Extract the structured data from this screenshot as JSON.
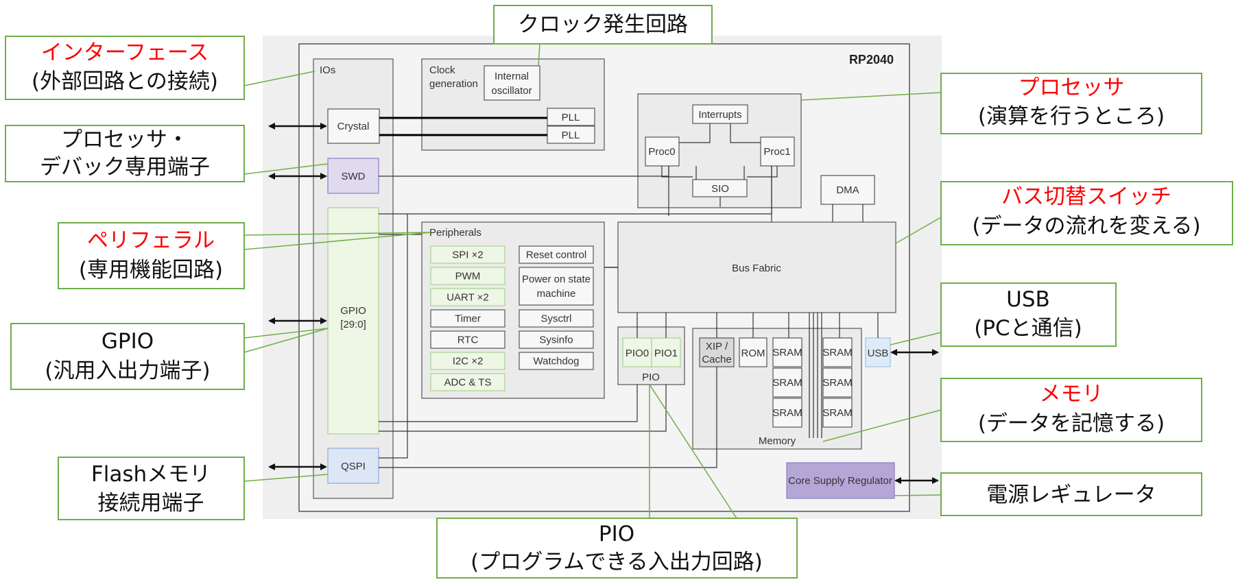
{
  "chip": {
    "name": "RP2040",
    "ios_label": "IOs",
    "crystal": "Crystal",
    "swd": "SWD",
    "gpio_line1": "GPIO",
    "gpio_line2": "[29:0]",
    "qspi": "QSPI",
    "clock_gen_line1": "Clock",
    "clock_gen_line2": "generation",
    "internal_osc_line1": "Internal",
    "internal_osc_line2": "oscillator",
    "pll": "PLL",
    "interrupts": "Interrupts",
    "proc0": "Proc0",
    "proc1": "Proc1",
    "sio": "SIO",
    "dma": "DMA",
    "bus_fabric": "Bus Fabric",
    "peripherals_title": "Peripherals",
    "periph_left": [
      "SPI ×2",
      "PWM",
      "UART ×2",
      "Timer",
      "RTC",
      "I2C ×2",
      "ADC & TS"
    ],
    "periph_right": [
      "Reset control",
      "Sysctrl",
      "Sysinfo",
      "Watchdog"
    ],
    "power_on_line1": "Power on state",
    "power_on_line2": "machine",
    "pio0": "PIO0",
    "pio1": "PIO1",
    "pio": "PIO",
    "xip_line1": "XIP /",
    "xip_line2": "Cache",
    "rom": "ROM",
    "sram": "SRAM",
    "memory": "Memory",
    "usb": "USB",
    "core_supply": "Core Supply Regulator"
  },
  "callouts": {
    "interface": {
      "line1": "インターフェース",
      "line2": "(外部回路との接続)"
    },
    "clock": {
      "line1": "クロック発生回路"
    },
    "debug": {
      "line1": "プロセッサ・",
      "line2": "デバック専用端子"
    },
    "peripheral": {
      "line1": "ペリフェラル",
      "line2": "(専用機能回路)"
    },
    "gpio": {
      "line1": "GPIO",
      "line2": "(汎用入出力端子)"
    },
    "flash": {
      "line1": "Flashメモリ",
      "line2": "接続用端子"
    },
    "pio": {
      "line1": "PIO",
      "line2": "(プログラムできる入出力回路)"
    },
    "processor": {
      "line1": "プロセッサ",
      "line2": "(演算を行うところ)"
    },
    "bus": {
      "line1": "バス切替スイッチ",
      "line2": "(データの流れを変える)"
    },
    "usb": {
      "line1": "USB",
      "line2": "(PCと通信)"
    },
    "memory": {
      "line1": "メモリ",
      "line2": "(データを記憶する)"
    },
    "regulator": {
      "line1": "電源レギュレータ"
    }
  },
  "colors": {
    "callout_border": "#70ad47",
    "callout_red": "#ff0000",
    "green_fill": "#eef6e6",
    "green_stroke": "#a9d18e",
    "swd_fill": "#e0daf0",
    "qspi_fill": "#dce6f4",
    "usb_fill": "#deebf7",
    "regulator_fill": "#b4a7d6",
    "chip_bg": "#efefef"
  }
}
